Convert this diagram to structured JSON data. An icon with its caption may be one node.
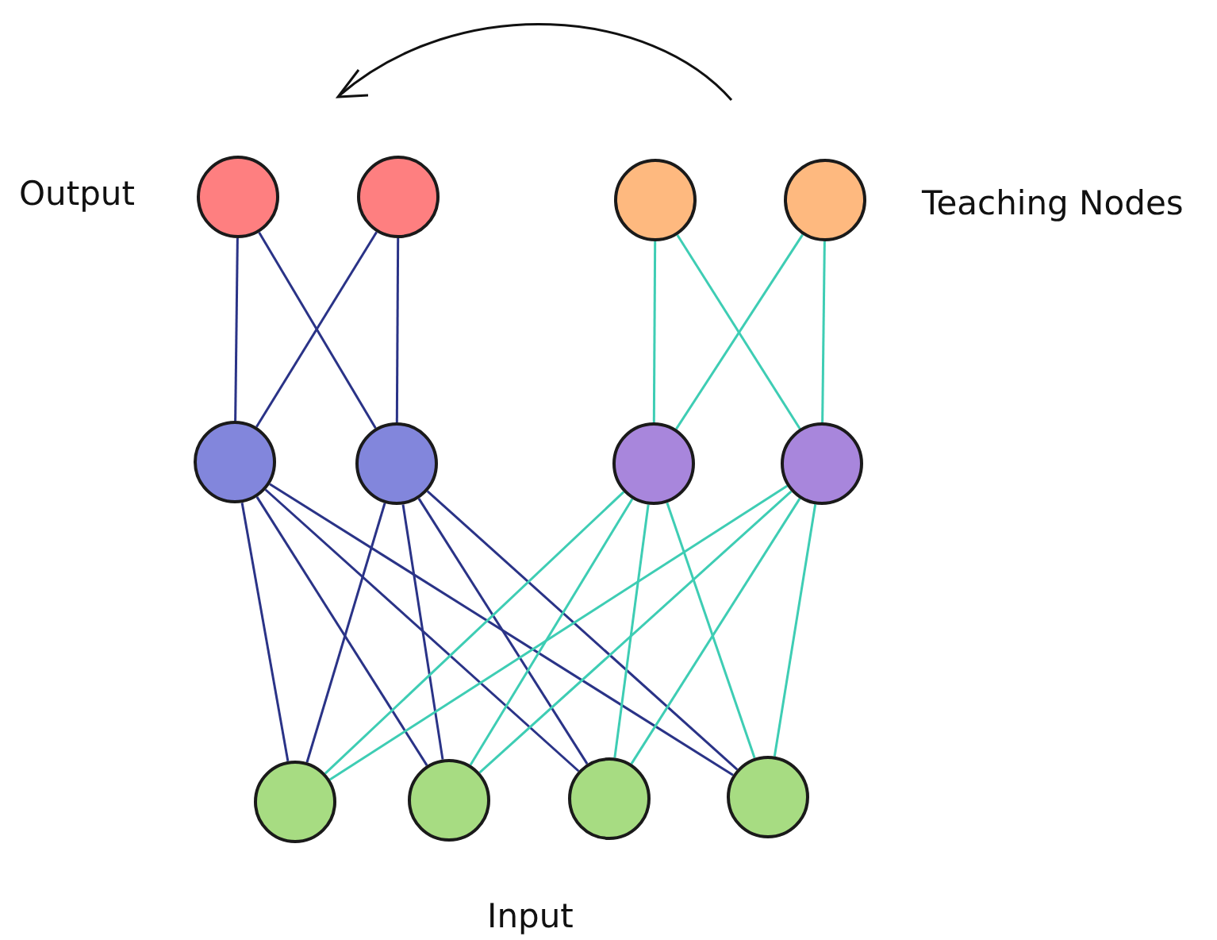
{
  "diagram": {
    "nodes": [
      {
        "text": [],
        "shape": "circle"
      },
      {
        "text": [],
        "shape": "circle"
      },
      {
        "text": [],
        "shape": "circle"
      },
      {
        "text": [],
        "shape": "circle"
      },
      {
        "text": [],
        "shape": "circle"
      },
      {
        "text": [],
        "shape": "circle"
      },
      {
        "text": [],
        "shape": "circle"
      },
      {
        "text": [],
        "shape": "circle"
      },
      {
        "text": [],
        "shape": "circle"
      },
      {
        "text": [],
        "shape": "circle"
      },
      {
        "text": [],
        "shape": "circle"
      },
      {
        "text": [],
        "shape": "circle"
      }
    ],
    "edges": [
      {
        "from": 0,
        "to": 4,
        "arrow": "none"
      },
      {
        "from": 0,
        "to": 5,
        "arrow": "none"
      },
      {
        "from": 1,
        "to": 4,
        "arrow": "none"
      },
      {
        "from": 1,
        "to": 5,
        "arrow": "none"
      },
      {
        "from": 2,
        "to": 6,
        "arrow": "none",
        "color": "#3ecdb4"
      },
      {
        "from": 2,
        "to": 7,
        "arrow": "none",
        "color": "#3ecdb4"
      },
      {
        "from": 3,
        "to": 6,
        "arrow": "none",
        "color": "#3ecdb4"
      },
      {
        "from": 3,
        "to": 7,
        "arrow": "none",
        "color": "#3ecdb4"
      },
      {
        "from": 4,
        "to": 8,
        "arrow": "none"
      },
      {
        "from": 4,
        "to": 9,
        "arrow": "none"
      },
      {
        "from": 4,
        "to": 10,
        "arrow": "none"
      },
      {
        "from": 4,
        "to": 11,
        "arrow": "none"
      },
      {
        "from": 5,
        "to": 8,
        "arrow": "none"
      },
      {
        "from": 5,
        "to": 9,
        "arrow": "none"
      },
      {
        "from": 5,
        "to": 10,
        "arrow": "none"
      },
      {
        "from": 5,
        "to": 11,
        "arrow": "none"
      },
      {
        "from": 6,
        "to": 8,
        "arrow": "none",
        "color": "#3ecdb4"
      },
      {
        "from": 6,
        "to": 9,
        "arrow": "none",
        "color": "#3ecdb4"
      },
      {
        "from": 6,
        "to": 10,
        "arrow": "none",
        "color": "#3ecdb4"
      },
      {
        "from": 6,
        "to": 11,
        "arrow": "none",
        "color": "#3ecdb4"
      },
      {
        "from": 7,
        "to": 8,
        "arrow": "none",
        "color": "#3ecdb4"
      },
      {
        "from": 7,
        "to": 9,
        "arrow": "none",
        "color": "#3ecdb4"
      },
      {
        "from": 7,
        "to": 10,
        "arrow": "none",
        "color": "#3ecdb4"
      },
      {
        "from": 7,
        "to": 11,
        "arrow": "none",
        "color": "#3ecdb4"
      }
    ],
    "labels": [
      "Output",
      "Teaching Nodes",
      "Input"
    ]
  }
}
